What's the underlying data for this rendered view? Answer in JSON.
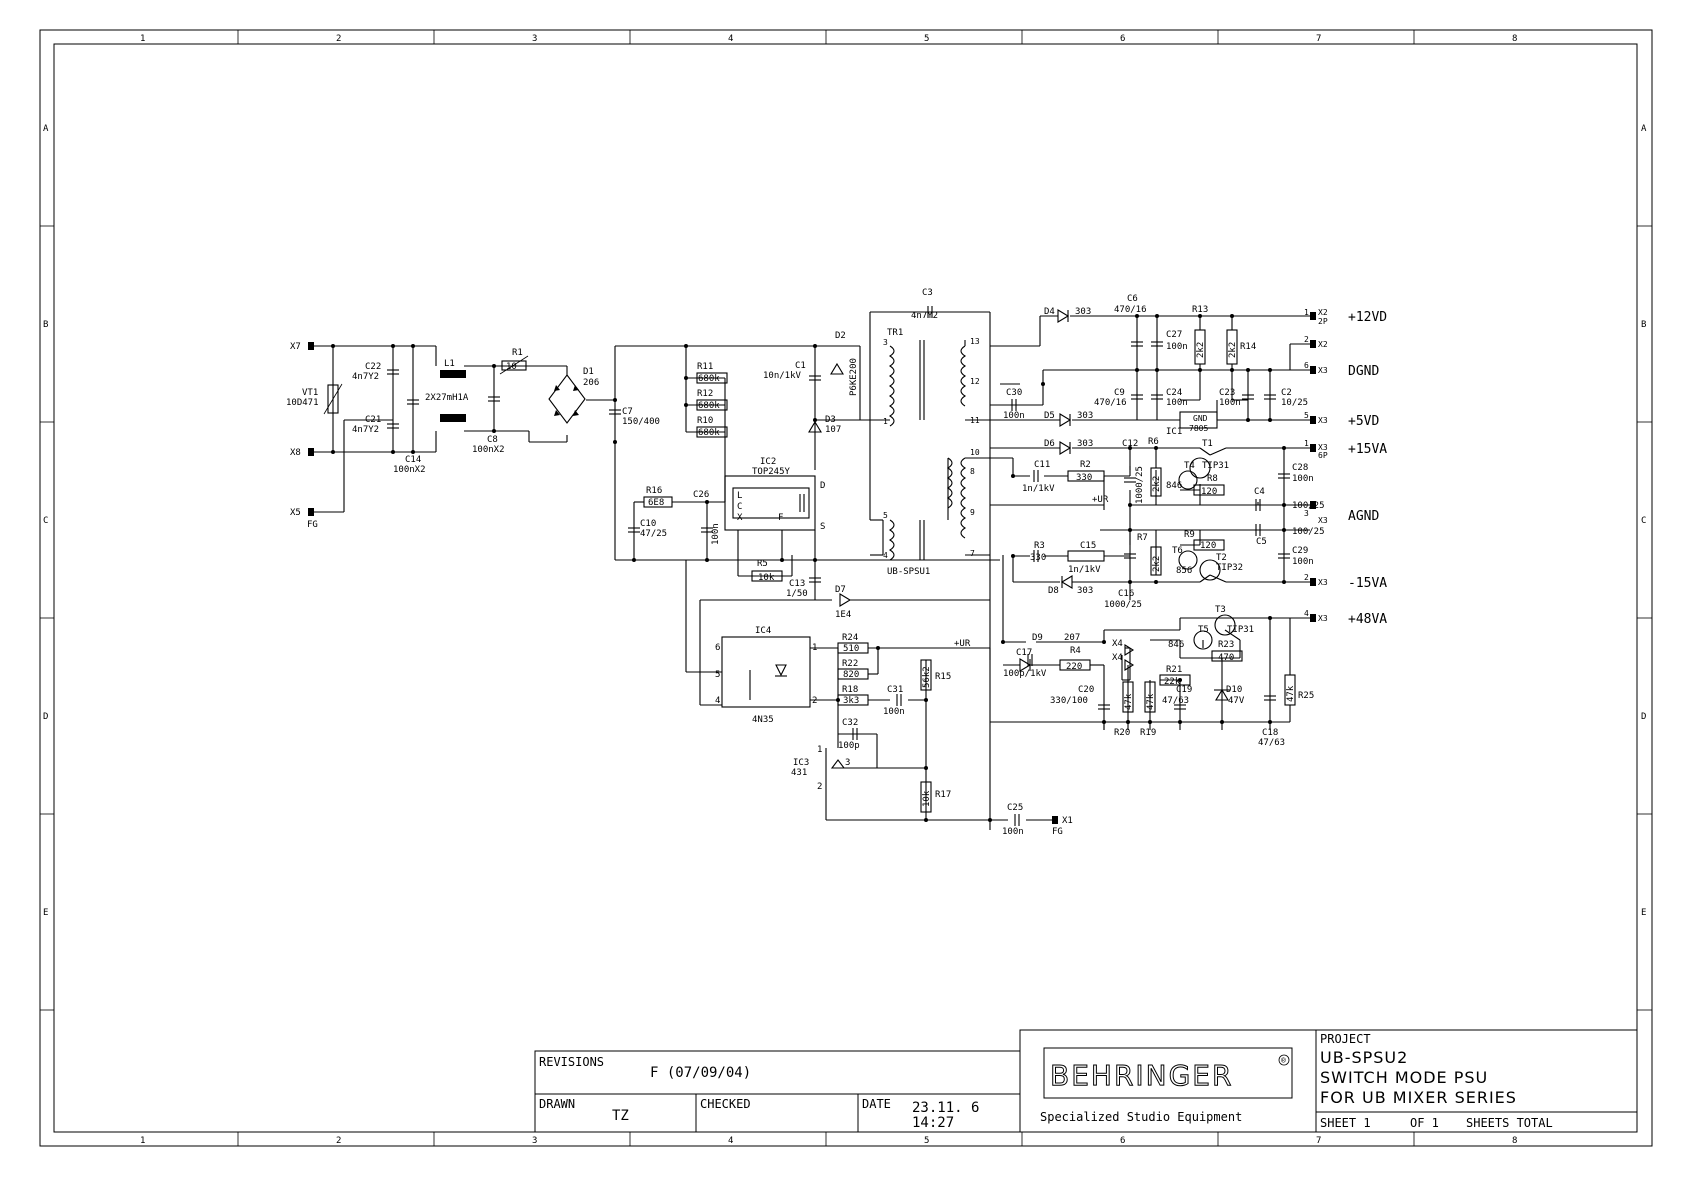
{
  "frame": {
    "columns": [
      "1",
      "2",
      "3",
      "4",
      "5",
      "6",
      "7",
      "8"
    ],
    "rows": [
      "A",
      "B",
      "C",
      "D",
      "E"
    ]
  },
  "title_block": {
    "revisions_label": "REVISIONS",
    "revision_value": "F (07/09/04)",
    "drawn_label": "DRAWN",
    "drawn_value": "TZ",
    "checked_label": "CHECKED",
    "date_label": "DATE",
    "date_value": "23.11. 6",
    "time_value": "14:27",
    "logo": "BEHRINGER",
    "logo_mark": "®",
    "tagline": "Specialized Studio Equipment",
    "project_label": "PROJECT",
    "project_name": "UB-SPSU2",
    "desc_line1": "SWITCH MODE PSU",
    "desc_line2": "FOR UB MIXER SERIES",
    "sheet_label": "SHEET 1",
    "of_label": "OF 1",
    "total_label": "SHEETS TOTAL"
  },
  "rails": {
    "plus12vd": "+12VD",
    "dgnd": "DGND",
    "plus5vd": "+5VD",
    "plus15va": "+15VA",
    "agnd": "AGND",
    "minus15va": "-15VA",
    "plus48va": "+48VA"
  },
  "connectors": {
    "x7": "X7",
    "x8": "X8",
    "x5": "X5",
    "fg": "FG",
    "x1": "X1",
    "fg2": "FG",
    "x2a": "X2",
    "x2a_pin": "1",
    "x2a_sub": "2P",
    "x2b": "X2",
    "x2b_pin": "2",
    "x3a": "X3",
    "x3a_pin": "6",
    "x3b": "X3",
    "x3b_pin": "5",
    "x3c": "X3",
    "x3c_pin": "1",
    "x3c_sub": "6P",
    "x3d": "X3",
    "x3d_pin": "3",
    "x3e": "X3",
    "x3e_pin": "2",
    "x3f": "X3",
    "x3f_pin": "4"
  },
  "components": {
    "vt1": "VT1",
    "vt1_val": "10D471",
    "c22": "C22",
    "c22_val": "4n7Y2",
    "c21": "C21",
    "c21_val": "4n7Y2",
    "c14": "C14",
    "c14_val": "100nX2",
    "l1": "L1",
    "l1_val": "2X27mH1A",
    "r1": "R1",
    "r1_val": "10",
    "c8": "C8",
    "c8_val": "100nX2",
    "d1": "D1",
    "d1_val": "206",
    "c7": "C7",
    "c7_val": "150/400",
    "r11": "R11",
    "r11_val": "680k",
    "r12": "R12",
    "r12_val": "680k",
    "r10": "R10",
    "r10_val": "680k",
    "c1": "C1",
    "c1_val": "10n/1kV",
    "d2": "D2",
    "d2_val": "P6KE200",
    "d3": "D3",
    "d3_val": "107",
    "tr1": "TR1",
    "tr1_val": "UB-SPSU1",
    "c3": "C3",
    "c3_val": "4n7Y2",
    "ic2": "IC2",
    "ic2_val": "TOP245Y",
    "ic2_l": "L",
    "ic2_c": "C",
    "ic2_x": "X",
    "ic2_f": "F",
    "ic2_d": "D",
    "ic2_s": "S",
    "r16": "R16",
    "r16_val": "6E8",
    "c10": "C10",
    "c10_val": "47/25",
    "c26": "C26",
    "c26_val": "100n",
    "r5": "R5",
    "r5_val": "10k",
    "c13": "C13",
    "c13_val": "1/50",
    "d7": "D7",
    "d7_val": "1E4",
    "ic4": "IC4",
    "ic4_val": "4N35",
    "r24": "R24",
    "r24_val": "510",
    "r22": "R22",
    "r22_val": "820",
    "r18": "R18",
    "r18_val": "3k3",
    "c31": "C31",
    "c31_val": "100n",
    "r15": "R15",
    "r15_val": "56k2",
    "c32": "C32",
    "c32_val": "100p",
    "ic3": "IC3",
    "ic3_val": "431",
    "r17": "R17",
    "r17_val": "10k",
    "c25": "C25",
    "c25_val": "100n",
    "plus_ur": "+UR",
    "plus_ur2": "+UR",
    "d4": "D4",
    "d4_val": "303",
    "c6": "C6",
    "c6_val": "470/16",
    "r13": "R13",
    "r13_val": "2k2",
    "c27": "C27",
    "c27_val": "100n",
    "r14": "R14",
    "r14_val": "2k2",
    "c30": "C30",
    "c30_val": "100n",
    "c9": "C9",
    "c9_val": "470/16",
    "c24": "C24",
    "c24_val": "100n",
    "c23": "C23",
    "c23_val": "100n",
    "c2": "C2",
    "c2_val": "10/25",
    "ic1": "IC1",
    "ic1_val": "7805",
    "ic1_gnd": "GND",
    "d5": "D5",
    "d5_val": "303",
    "d6": "D6",
    "d6_val": "303",
    "c12": "C12",
    "c12_val": "1000/25",
    "r6": "R6",
    "r6_val": "2k2",
    "t1": "T1",
    "t1_val": "TIP31",
    "t4": "T4",
    "t4_val": "846",
    "r8": "R8",
    "r8_val": "120",
    "c28": "C28",
    "c28_val": "100n",
    "c4": "C4",
    "c4_val": "100/25",
    "c11": "C11",
    "c11_val": "1n/1kV",
    "r2": "R2",
    "r2_val": "330",
    "c5": "C5",
    "c5_val": "100/25",
    "r3": "R3",
    "r3_val": "330",
    "c15": "C15",
    "c15_val": "1n/1kV",
    "r7": "R7",
    "r7_val": "2k2",
    "r9": "R9",
    "r9_val": "120",
    "t6": "T6",
    "t6_val": "856",
    "t2": "T2",
    "t2_val": "TIP32",
    "c29": "C29",
    "c29_val": "100n",
    "d8": "D8",
    "d8_val": "303",
    "c16": "C16",
    "c16_val": "1000/25",
    "d9": "D9",
    "d9_val": "207",
    "c17": "C17",
    "c17_val": "100p/1kV",
    "r4": "R4",
    "r4_val": "220",
    "x4a": "X4",
    "x4b": "X4",
    "t3": "T3",
    "t3_val": "TIP31",
    "t5": "T5",
    "t5_val": "846",
    "r23": "R23",
    "r23_val": "470",
    "r21": "R21",
    "r21_val": "22k",
    "c20": "C20",
    "c20_val": "330/100",
    "c19": "C19",
    "c19_val": "47/63",
    "d10": "D10",
    "d10_val": "47V",
    "r25": "R25",
    "r25_val": "47k",
    "r20": "R20",
    "r20_val": "47k",
    "r19": "R19",
    "r19_val": "47k",
    "c18": "C18",
    "c18_val": "47/63"
  },
  "pins": {
    "p1": "1",
    "p2": "2",
    "p3": "3",
    "p4": "4",
    "p5": "5",
    "p6": "6",
    "p7": "7",
    "p8": "8",
    "p9": "9",
    "p10": "10",
    "p11": "11",
    "p12": "12",
    "p13": "13"
  }
}
